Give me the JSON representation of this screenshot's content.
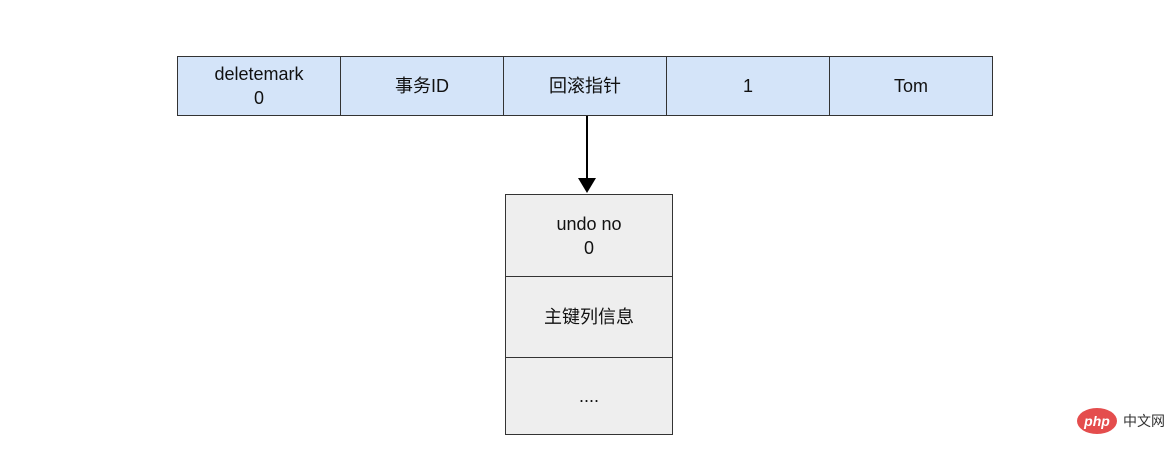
{
  "record": {
    "cells": [
      {
        "label": "deletemark\n0"
      },
      {
        "label": "事务ID"
      },
      {
        "label": "回滚指针"
      },
      {
        "label": "1"
      },
      {
        "label": "Tom"
      }
    ]
  },
  "undo_log": {
    "cells": [
      {
        "label": "undo no\n0"
      },
      {
        "label": "主键列信息"
      },
      {
        "label": "...."
      }
    ]
  },
  "watermark": {
    "logo_text": "php",
    "site_text": "中文网"
  },
  "colors": {
    "record_fill": "#d4e4f9",
    "undo_fill": "#eeeeee",
    "border": "#333333",
    "logo": "#e44d4d"
  }
}
